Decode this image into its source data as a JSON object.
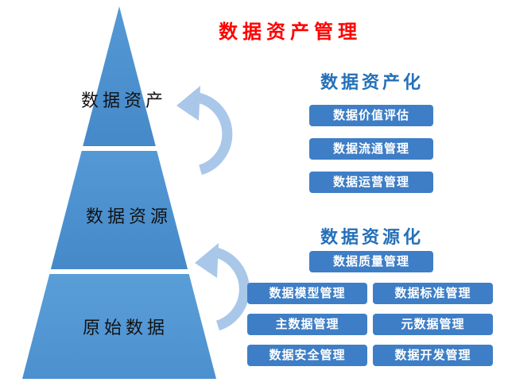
{
  "title": "数据资产管理",
  "pyramid": {
    "layers": [
      {
        "label": "数据资产"
      },
      {
        "label": "数据资源"
      },
      {
        "label": "原始数据"
      }
    ]
  },
  "sections": [
    {
      "heading": "数据资产化",
      "buttons": [
        "数据价值评估",
        "数据流通管理",
        "数据运营管理"
      ]
    },
    {
      "heading": "数据资源化",
      "full_button": "数据质量管理",
      "grid": [
        "数据模型管理",
        "数据标准管理",
        "主数据管理",
        "元数据管理",
        "数据安全管理",
        "数据开发管理"
      ]
    }
  ],
  "colors": {
    "title_red": "#ff0000",
    "heading_blue": "#2470b8",
    "button_blue": "#3e7ec6",
    "pyramid_blue": "#4a90d0",
    "pyramid_bottom_blue": "#539ad6",
    "arrow_blue": "#a9c7e9"
  }
}
